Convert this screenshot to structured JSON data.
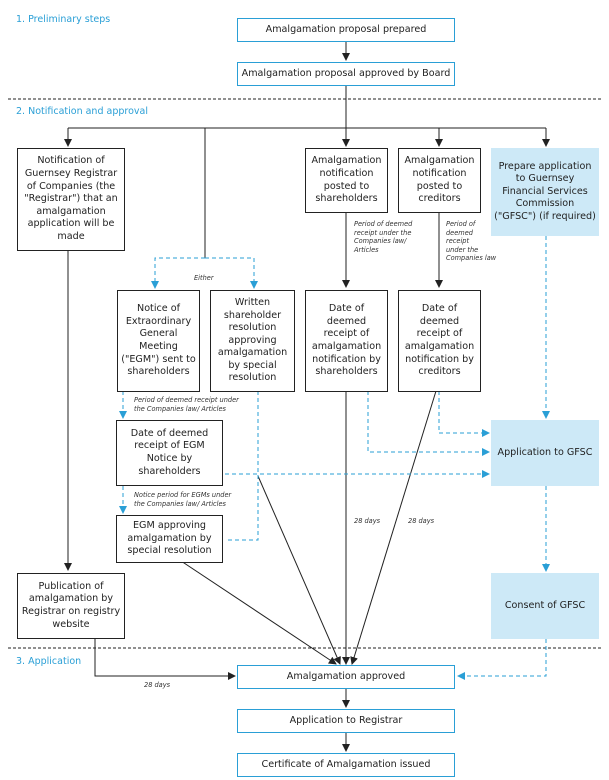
{
  "sections": {
    "preliminary": "1. Preliminary steps",
    "notification": "2. Notification and approval",
    "application": "3. Application"
  },
  "boxes": {
    "proposal_prepared": "Amalgamation proposal prepared",
    "proposal_approved": "Amalgamation proposal approved by Board",
    "notify_registrar": "Notification of\nGuernsey Registrar\nof Companies (the\n\"Registrar\") that an\namalgamation\napplication will be\nmade",
    "notice_shareholders": "Amalgamation\nnotification\nposted to\nshareholders",
    "notice_creditors": "Amalgamation\nnotification\nposted to\ncreditors",
    "prepare_gfsc": "Prepare application\nto Guernsey\nFinancial Services\nCommission\n(\"GFSC\") (if required)",
    "egm_notice": "Notice of\nExtraordinary\nGeneral\nMeeting\n(\"EGM\") sent to\nshareholders",
    "written_resolution": "Written\nshareholder\nresolution\napproving\namalgamation\nby special\nresolution",
    "receipt_shareholders": "Date of\ndeemed\nreceipt of\namalgamation\nnotification by\nshareholders",
    "receipt_creditors": "Date of\ndeemed\nreceipt of\namalgamation\nnotification by\ncreditors",
    "receipt_egm": "Date of deemed\nreceipt of EGM\nNotice by\nshareholders",
    "application_gfsc": "Application to GFSC",
    "egm_approving": "EGM approving\namalgamation by\nspecial resolution",
    "publication": "Publication of\namalgamation by\nRegistrar on registry\nwebsite",
    "consent_gfsc": "Consent of GFSC",
    "amalgamation_approved": "Amalgamation approved",
    "application_registrar": "Application to Registrar",
    "certificate": "Certificate of Amalgamation issued"
  },
  "notes": {
    "either": "Either",
    "period_shareholders": "Period of deemed\nreceipt under the\nCompanies law/\nArticles",
    "period_creditors": "Period of\ndeemed\nreceipt\nunder the\nCompanies law",
    "period_egm": "Period of deemed receipt under\nthe Companies law/ Articles",
    "notice_period_egm": "Notice period for EGMs under\nthe Companies law/ Articles",
    "days_1": "28 days",
    "days_2": "28 days",
    "days_3": "28 days"
  },
  "colors": {
    "accent": "#2a9fd6",
    "fill": "#cde9f7",
    "line": "#222222"
  }
}
